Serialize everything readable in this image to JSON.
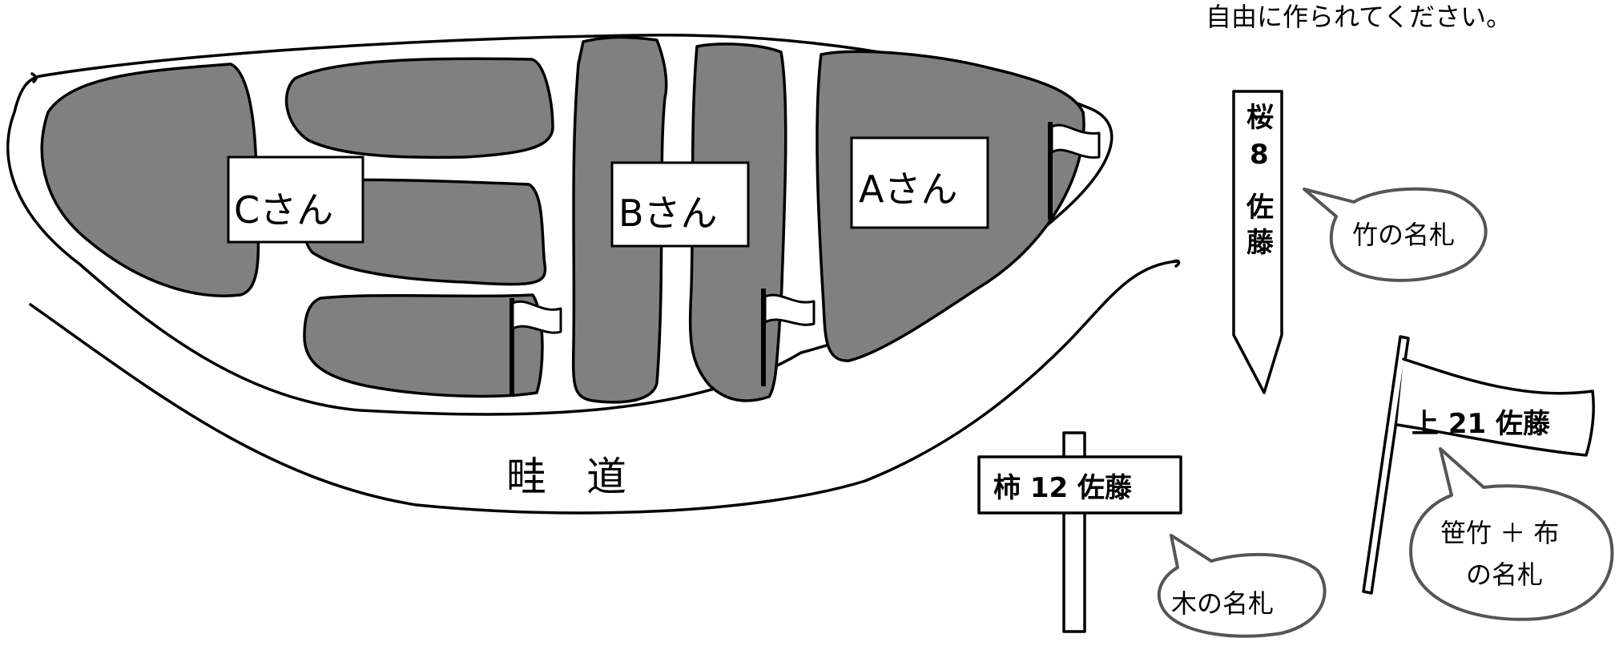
{
  "note": "自由に作られてください。",
  "plots": [
    {
      "id": "c",
      "label": "Cさん"
    },
    {
      "id": "b",
      "label": "Bさん"
    },
    {
      "id": "a",
      "label": "Aさん"
    }
  ],
  "road_label": "畦　道",
  "tags": {
    "stake": {
      "line1": "桜",
      "line2": "8",
      "line3": "佐",
      "line4": "藤"
    },
    "board": "柿 12  佐藤",
    "cloth": "上 21  佐藤"
  },
  "callouts": {
    "bamboo": "竹の名札",
    "wood": "木の名札",
    "cloth_line1": "笹竹 ＋ 布",
    "cloth_line2": "の名札"
  },
  "colors": {
    "plot_fill": "#808080",
    "bubble_stroke": "#555555"
  }
}
